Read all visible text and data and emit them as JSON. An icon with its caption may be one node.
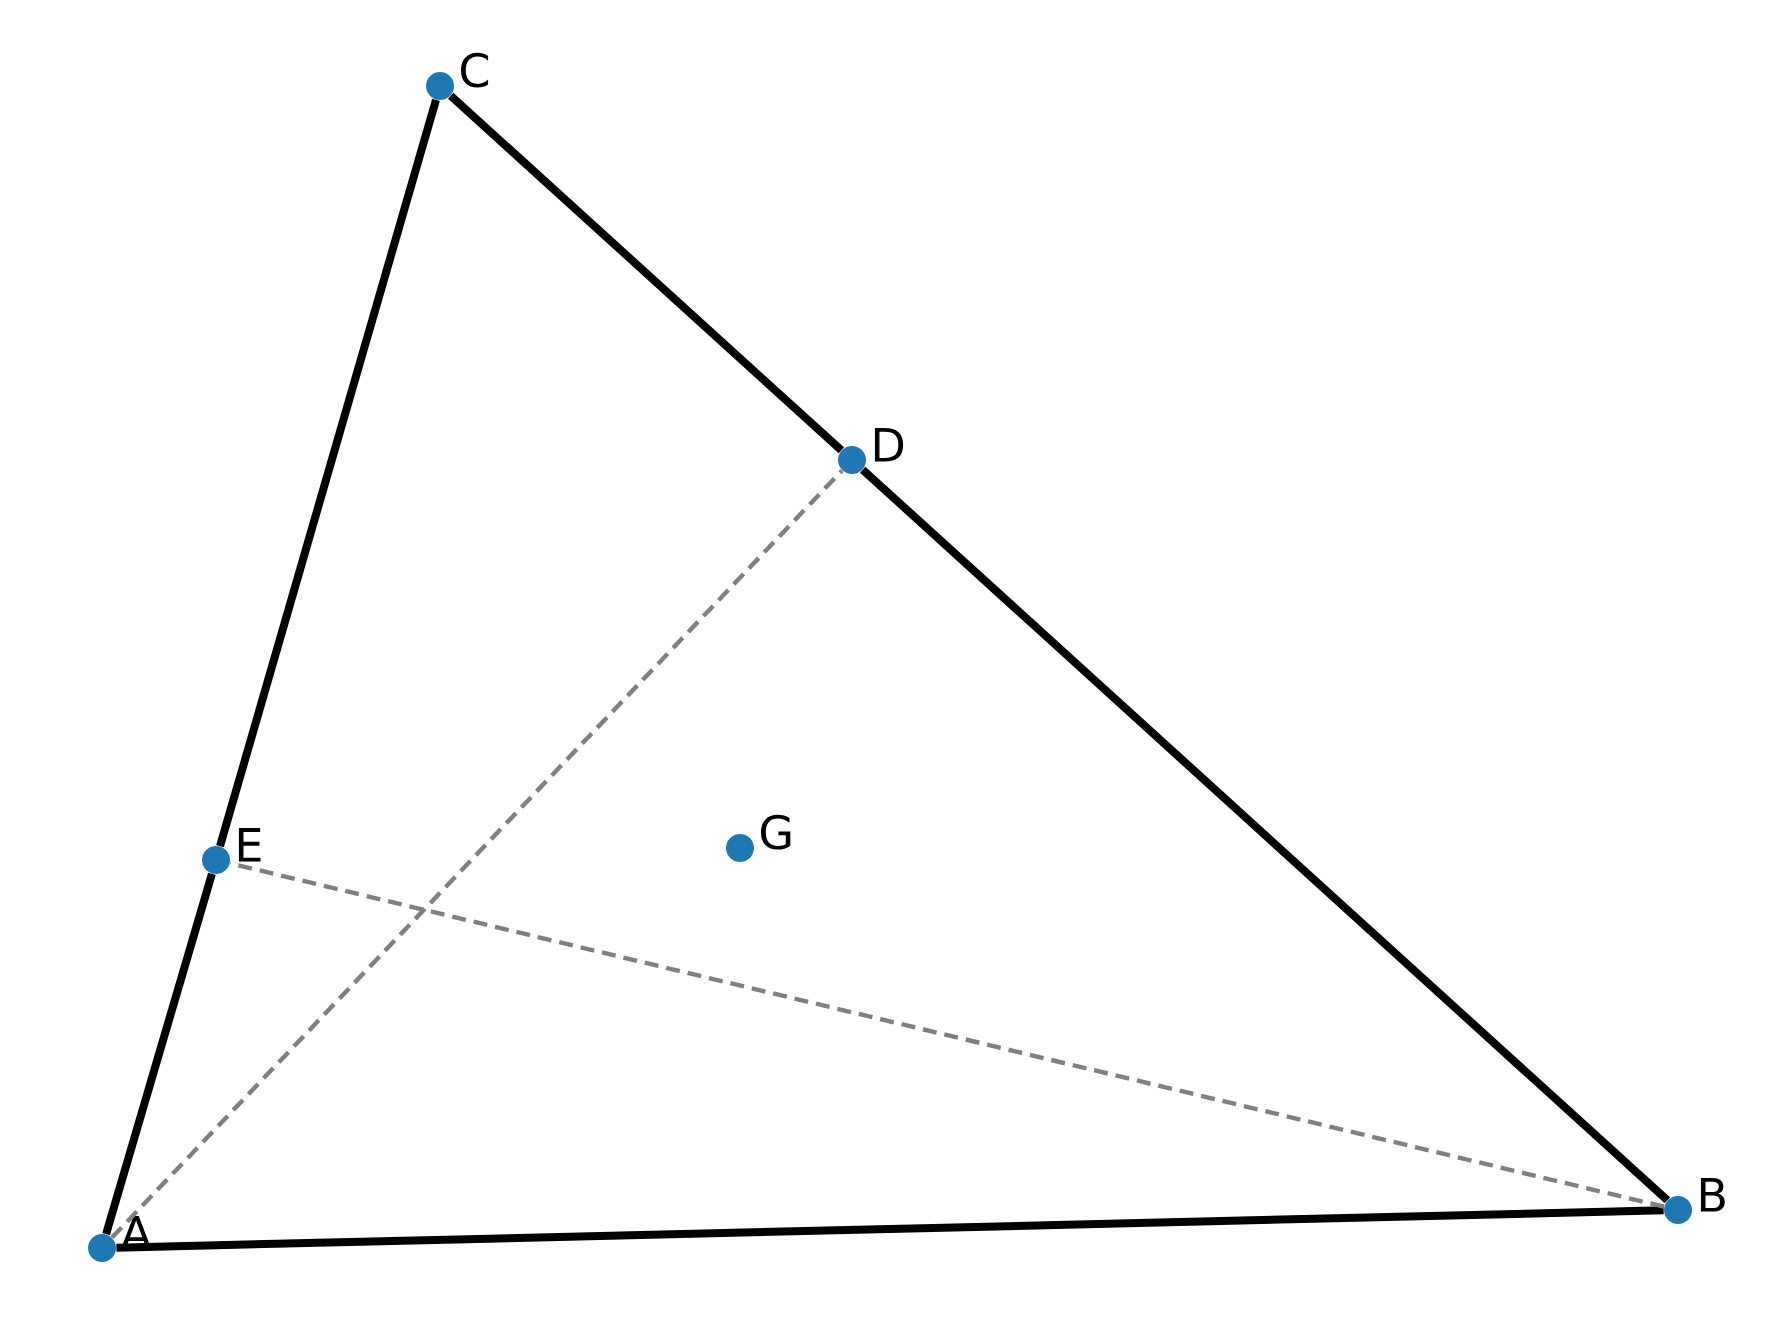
{
  "diagram": {
    "nodes": [
      {
        "text": [
          "A"
        ]
      },
      {
        "text": [
          "B"
        ]
      },
      {
        "text": [
          "C"
        ]
      },
      {
        "text": [
          "D"
        ]
      },
      {
        "text": [
          "E"
        ]
      },
      {
        "text": [
          "G"
        ]
      }
    ],
    "edges": [
      {
        "from": 0,
        "to": 1,
        "arrow": "none"
      },
      {
        "from": 1,
        "to": 3,
        "arrow": "none"
      },
      {
        "from": 3,
        "to": 2,
        "arrow": "none"
      },
      {
        "from": 2,
        "to": 4,
        "arrow": "none"
      },
      {
        "from": 4,
        "to": 0,
        "arrow": "none"
      },
      {
        "from": 0,
        "to": 3,
        "arrow": "none",
        "style": "dashed",
        "color": "#808080"
      },
      {
        "from": 1,
        "to": 4,
        "arrow": "none",
        "style": "dashed",
        "color": "#808080"
      }
    ]
  }
}
